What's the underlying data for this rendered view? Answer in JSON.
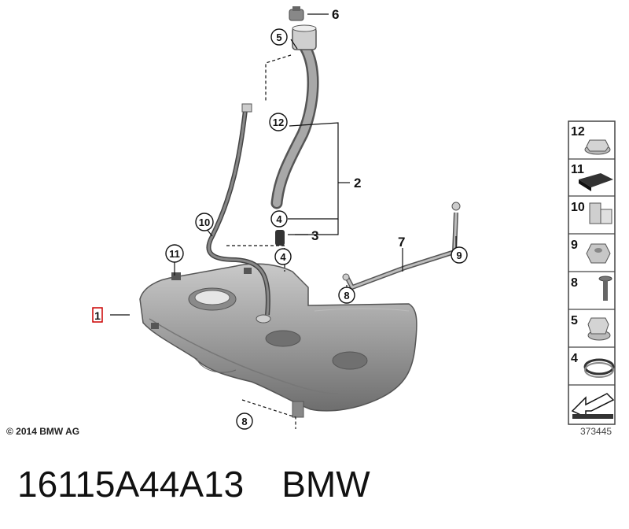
{
  "diagram": {
    "callouts": {
      "c1": "1",
      "c2": "2",
      "c3": "3",
      "c4a": "4",
      "c4b": "4",
      "c5": "5",
      "c6": "6",
      "c7": "7",
      "c8a": "8",
      "c8b": "8",
      "c9": "9",
      "c10": "10",
      "c11": "11",
      "c12": "12"
    },
    "legend": [
      "12",
      "11",
      "10",
      "9",
      "8",
      "5",
      "4"
    ],
    "copyright": "© 2014 BMW AG",
    "diagram_id": "373445"
  },
  "footer": {
    "part_number": "16115A44A13",
    "brand": "BMW"
  },
  "colors": {
    "tank": "#9a9a9a",
    "callout_box": "#cc0000",
    "line": "#111111"
  },
  "icons": [
    "fuel-tank",
    "filler-pipe",
    "clamp",
    "nut",
    "screw",
    "foam-pad",
    "clip",
    "return-arrow"
  ]
}
